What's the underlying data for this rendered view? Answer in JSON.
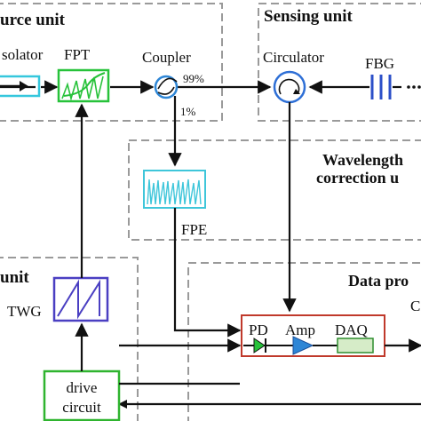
{
  "sections": {
    "source": "urce unit",
    "sensing": "Sensing unit",
    "wavelength_line1": "Wavelength",
    "wavelength_line2": "correction u",
    "control": "unit",
    "data": "Data pro"
  },
  "components": {
    "isolator": "solator",
    "fpt": "FPT",
    "coupler": "Coupler",
    "coupler_out_high": "99%",
    "coupler_out_low": "1%",
    "circulator": "Circulator",
    "fbg": "FBG",
    "fpe": "FPE",
    "twg": "TWG",
    "pd": "PD",
    "amp": "Amp",
    "daq": "DAQ",
    "clipped_label": "C",
    "drive_line1": "drive",
    "drive_line2": "circuit"
  },
  "colors": {
    "isolator": "#35c7dd",
    "fpt": "#27c23a",
    "coupler": "#2e86d6",
    "circulator": "#2e6fd6",
    "fbg": "#2b4fc8",
    "fpe": "#3fc6da",
    "twg": "#4a3fc2",
    "pd_amp": "#2e86d6",
    "daq": "#2f8d2f",
    "data_frame": "#c0392b",
    "drive": "#2fb42f"
  }
}
